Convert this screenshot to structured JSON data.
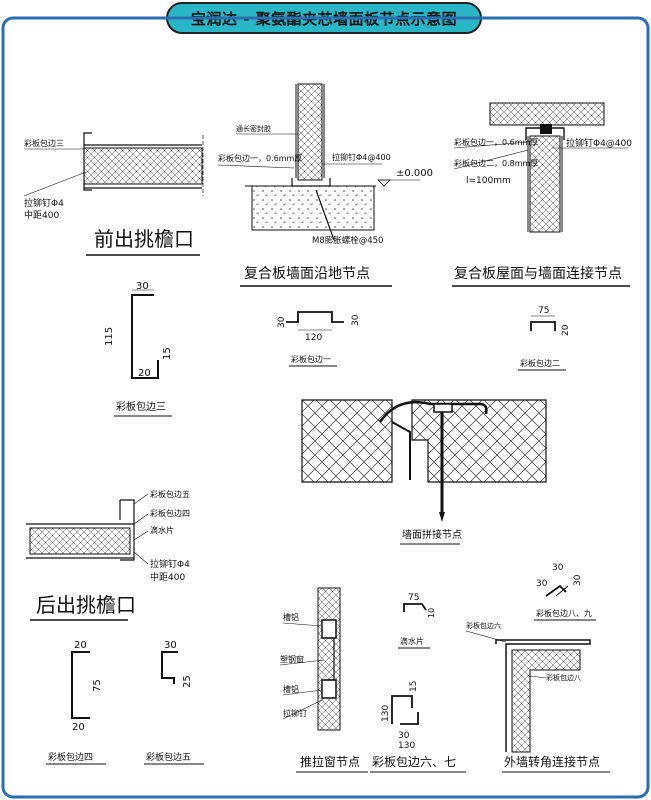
{
  "title": "宝润达 - 聚氨酯夹芯墙面板节点示意图",
  "colors": {
    "banner": "#29b6c6",
    "frame": "#2a6fb0",
    "line": "#111111"
  },
  "labels": {
    "front_eave": "前出挑檐口",
    "rear_eave": "后出挑檐口",
    "wall_ground": "复合板墙面沿地节点",
    "roof_wall": "复合板屋面与墙面连接节点",
    "splice": "墙面拼接节点",
    "sliding_window": "推拉窗节点",
    "corner": "外墙转角连接节点",
    "flash_1": "彩板包边一",
    "flash_2": "彩板包边二",
    "flash_3": "彩板包边三",
    "flash_4": "彩板包边四",
    "flash_5": "彩板包边五",
    "flash_67": "彩板包边六、七",
    "flash_89": "彩板包边八、九",
    "drip": "滴水片",
    "flash_1_note": "彩板包边一，0.6mm厚",
    "flash_2_note": "彩板包边二，0.8mm厚",
    "l100": "l=100mm",
    "sealant": "通长密封胶",
    "rivet_400": "拉铆钉Φ4@400",
    "rivet_d4": "拉铆钉Φ4",
    "spacing_400": "中距400",
    "anchor": "M8膨胀螺栓@450",
    "elevation": "±0.000",
    "groove": "槽铝",
    "plastic_window": "塑钢窗",
    "rivet": "拉铆钉",
    "flash6": "彩板包边六",
    "flash8": "彩板包边八"
  },
  "dims": {
    "d30": "30",
    "d115": "115",
    "d15": "15",
    "d20": "20",
    "d120": "120",
    "d75": "75",
    "d25": "25",
    "d130": "130",
    "d10": "10"
  }
}
